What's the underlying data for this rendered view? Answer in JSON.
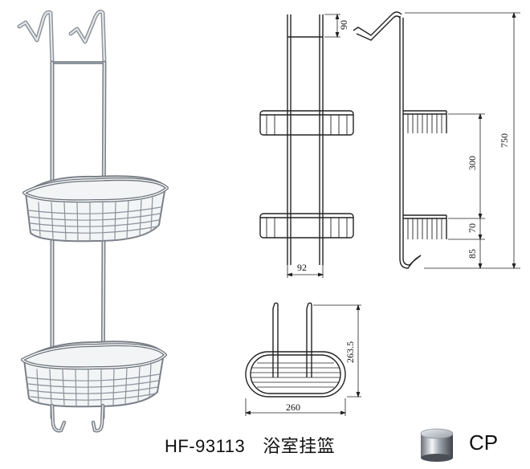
{
  "product": {
    "model": "HF-93113",
    "name_cn": "浴室挂篮",
    "finish_code": "CP"
  },
  "dimensions": {
    "hook_height": "90",
    "total_height": "750",
    "shelf_spacing": "300",
    "lower_gap": "70",
    "bottom_hook": "85",
    "hook_spacing": "92",
    "top_width": "263.5",
    "basket_length": "260"
  },
  "icons": {
    "finish_swatch": "chrome-cylinder-icon"
  }
}
